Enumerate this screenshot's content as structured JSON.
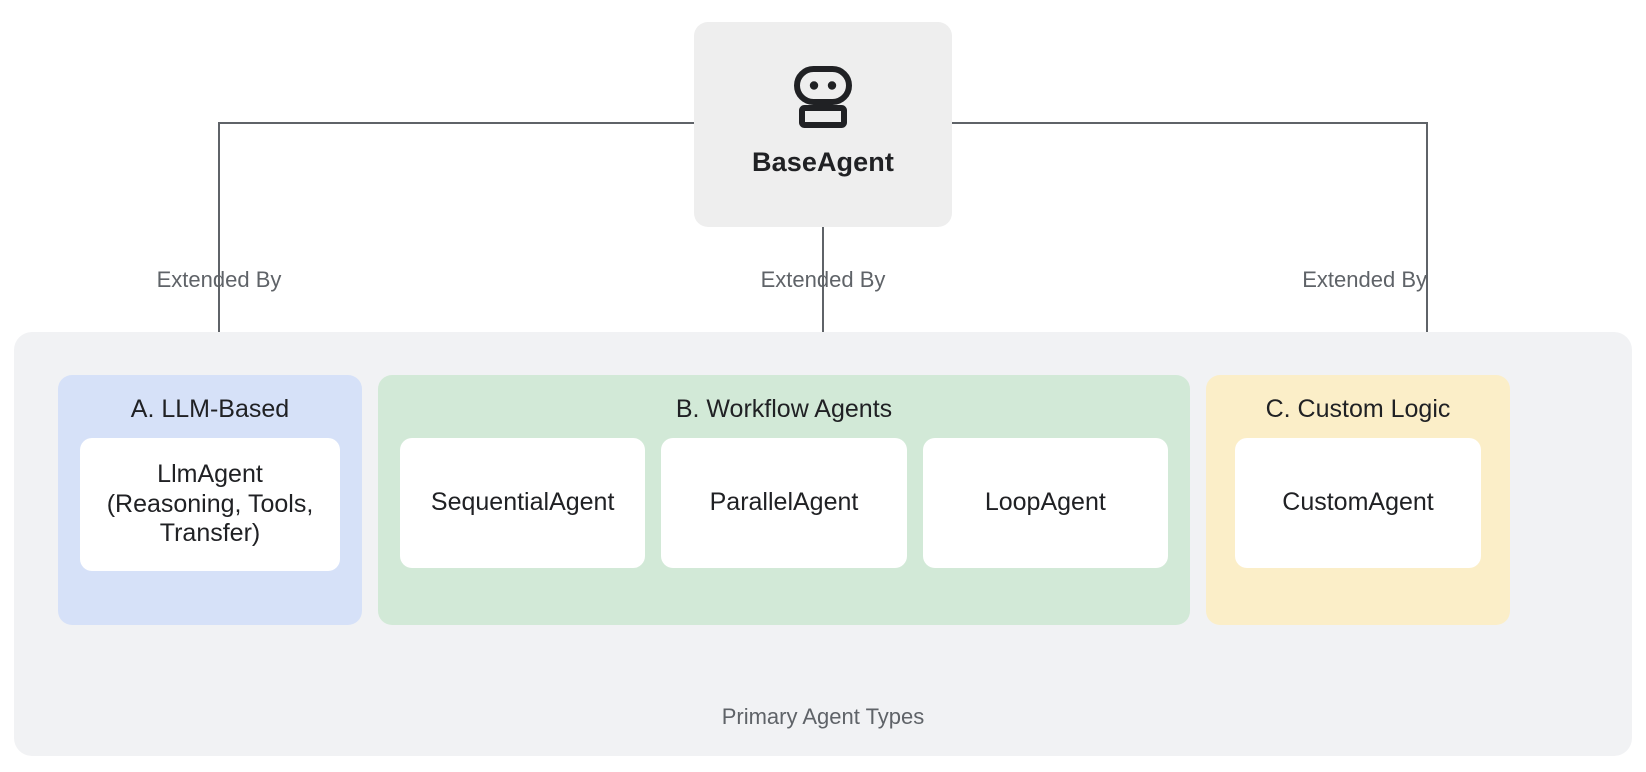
{
  "diagram": {
    "root": {
      "label": "BaseAgent",
      "icon": "robot-icon"
    },
    "edges": [
      {
        "label": "Extended By",
        "target": "A. LLM-Based"
      },
      {
        "label": "Extended By",
        "target": "B. Workflow Agents"
      },
      {
        "label": "Extended By",
        "target": "C. Custom Logic"
      }
    ],
    "group": {
      "caption": "Primary Agent Types",
      "categories": [
        {
          "id": "a",
          "title": "A. LLM-Based",
          "color": "#d6e1f8",
          "items": [
            {
              "label": "LlmAgent\n(Reasoning, Tools,\nTransfer)"
            }
          ]
        },
        {
          "id": "b",
          "title": "B. Workflow Agents",
          "color": "#d2e9d7",
          "items": [
            {
              "label": "SequentialAgent"
            },
            {
              "label": "ParallelAgent"
            },
            {
              "label": "LoopAgent"
            }
          ]
        },
        {
          "id": "c",
          "title": "C. Custom Logic",
          "color": "#fbeec8",
          "items": [
            {
              "label": "CustomAgent"
            }
          ]
        }
      ]
    },
    "colors": {
      "root_box": "#eeeeee",
      "group_box": "#f1f2f4",
      "leaf_box": "#ffffff",
      "connector": "#5f6368",
      "text_primary": "#202124",
      "text_secondary": "#5f6368"
    }
  }
}
